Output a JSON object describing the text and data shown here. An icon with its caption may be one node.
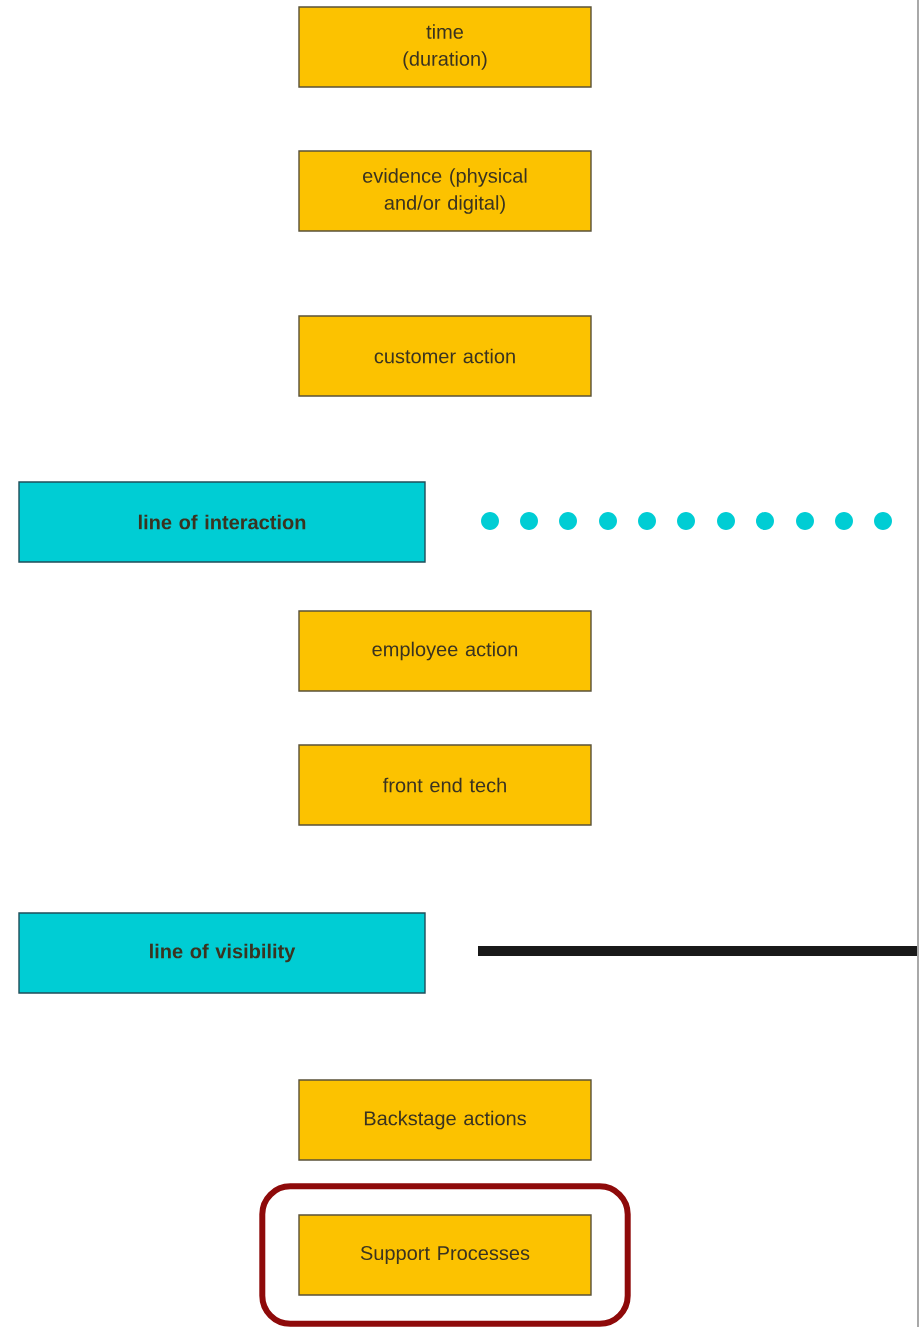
{
  "diagram": {
    "nodes": [
      {
        "text": [
          "time (duration)"
        ]
      },
      {
        "text": [
          "evidence (physical and/or digital)"
        ]
      },
      {
        "text": [
          "customer action"
        ]
      },
      {
        "text": [
          "line of interaction"
        ]
      },
      {
        "text": [
          "employee action"
        ]
      },
      {
        "text": [
          "front end tech"
        ]
      },
      {
        "text": [
          "line of visibility"
        ]
      },
      {
        "text": [
          "Backstage actions"
        ]
      },
      {
        "text": [],
        "shape": "box"
      },
      {
        "text": [
          "Support Processes"
        ],
        "in": 8
      }
    ]
  }
}
